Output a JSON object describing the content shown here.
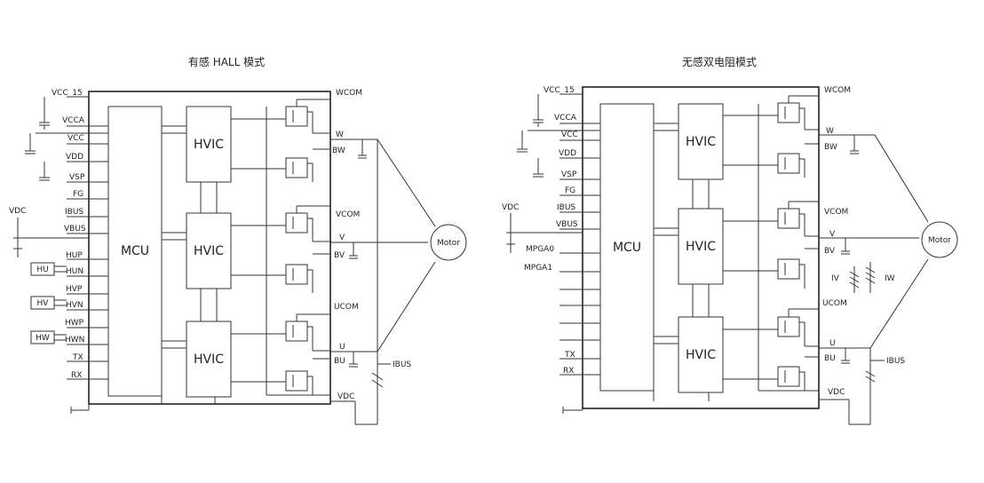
{
  "left": {
    "title": "有感 HALL 模式",
    "mcu": "MCU",
    "hvic": [
      "HVIC",
      "HVIC",
      "HVIC"
    ],
    "pins_left": [
      "VCC_15",
      "VCCA",
      "VCC",
      "VDD",
      "VSP",
      "FG",
      "IBUS",
      "VBUS",
      "HUP",
      "HUN",
      "HVP",
      "HVN",
      "HWP",
      "HWN",
      "TX",
      "RX"
    ],
    "sensors": [
      "HU",
      "HV",
      "HW"
    ],
    "vdc": "VDC",
    "pins_right": [
      "WCOM",
      "W",
      "BW",
      "VCOM",
      "V",
      "BV",
      "UCOM",
      "U",
      "BU",
      "VDC"
    ],
    "ibus": "IBUS",
    "motor": "Motor"
  },
  "right": {
    "title": "无感双电阻模式",
    "mcu": "MCU",
    "hvic": [
      "HVIC",
      "HVIC",
      "HVIC"
    ],
    "pins_left": [
      "VCC_15",
      "VCCA",
      "VCC",
      "VDD",
      "VSP",
      "FG",
      "IBUS",
      "VBUS",
      "MPGA0",
      "MPGA1",
      "TX",
      "RX"
    ],
    "vdc": "VDC",
    "pins_right": [
      "WCOM",
      "W",
      "BW",
      "VCOM",
      "V",
      "BV",
      "IV",
      "UCOM",
      "U",
      "BU",
      "VDC"
    ],
    "iw": "IW",
    "ibus": "IBUS",
    "motor": "Motor"
  }
}
